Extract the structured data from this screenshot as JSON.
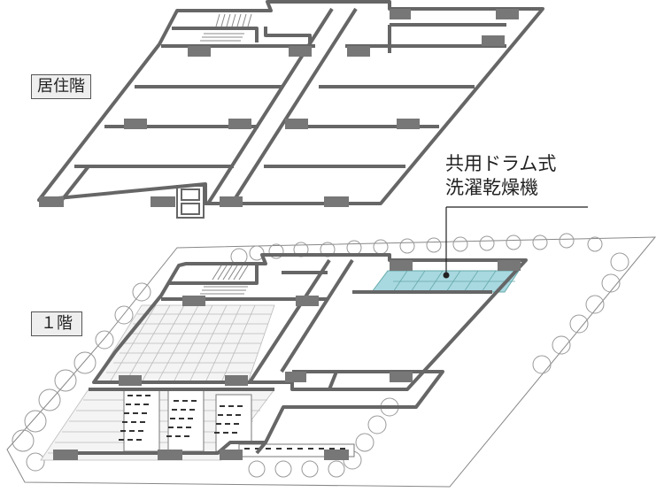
{
  "labels": {
    "residential_floor": "居住階",
    "first_floor": "１階"
  },
  "callout": {
    "line1": "共用ドラム式",
    "line2": "洗濯乾燥機"
  },
  "colors": {
    "wall": "#666666",
    "column": "#777777",
    "laundry_highlight": "#a8d8e0",
    "tree_outline": "#999999",
    "label_background": "#eeeeee"
  }
}
